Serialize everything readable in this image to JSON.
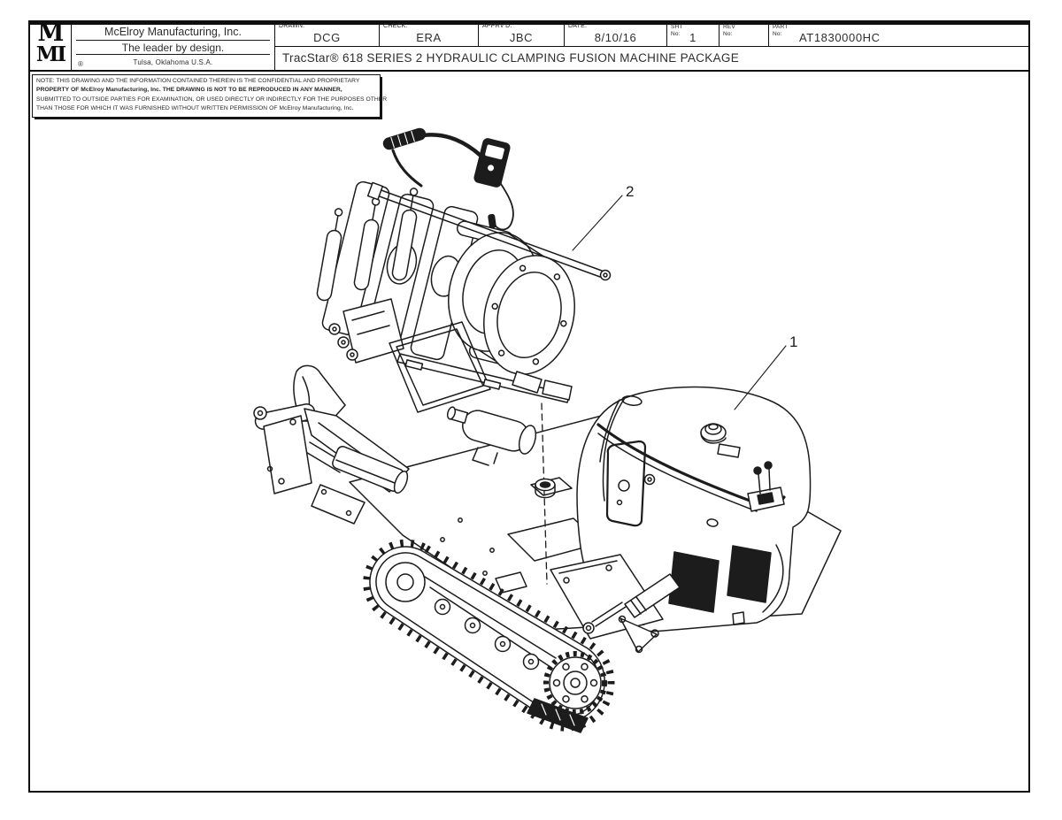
{
  "sheet": {
    "background": "#ffffff",
    "line_color": "#1c1c1c"
  },
  "title_block": {
    "logo_top": "M",
    "logo_bottom": "MI",
    "company": "McElroy Manufacturing, Inc.",
    "tagline": "The leader by design.",
    "registered_mark": "®",
    "location": "Tulsa, Oklahoma U.S.A.",
    "fields": [
      {
        "label": "DRAWN:",
        "value": "DCG"
      },
      {
        "label": "CHECK:",
        "value": "ERA"
      },
      {
        "label": "APPRV'D:",
        "value": "JBC"
      },
      {
        "label": "DATE:",
        "value": "8/10/16"
      },
      {
        "label": "SHT\nNo:",
        "value": "1"
      },
      {
        "label": "REV\nNo:",
        "value": ""
      },
      {
        "label": "PART\nNo:",
        "value": "AT1830000HC"
      }
    ],
    "drawing_title": "TracStar® 618 SERIES 2 HYDRAULIC CLAMPING FUSION MACHINE PACKAGE"
  },
  "confidentiality_note": {
    "lines": [
      "NOTE: THIS DRAWING AND THE INFORMATION CONTAINED THEREIN IS THE CONFIDENTIAL AND PROPRIETARY",
      "PROPERTY OF McElroy Manufacturing, Inc. THE DRAWING IS NOT TO BE REPRODUCED IN ANY MANNER,",
      "SUBMITTED TO OUTSIDE PARTIES FOR EXAMINATION, OR USED DIRECTLY OR INDIRECTLY FOR THE PURPOSES OTHER",
      "THAN THOSE FOR WHICH IT WAS FURNISHED WITHOUT WRITTEN PERMISSION OF McElroy Manufacturing, Inc."
    ]
  },
  "callouts": {
    "fusion_machine": {
      "number": "2"
    },
    "vehicle": {
      "number": "1"
    }
  }
}
